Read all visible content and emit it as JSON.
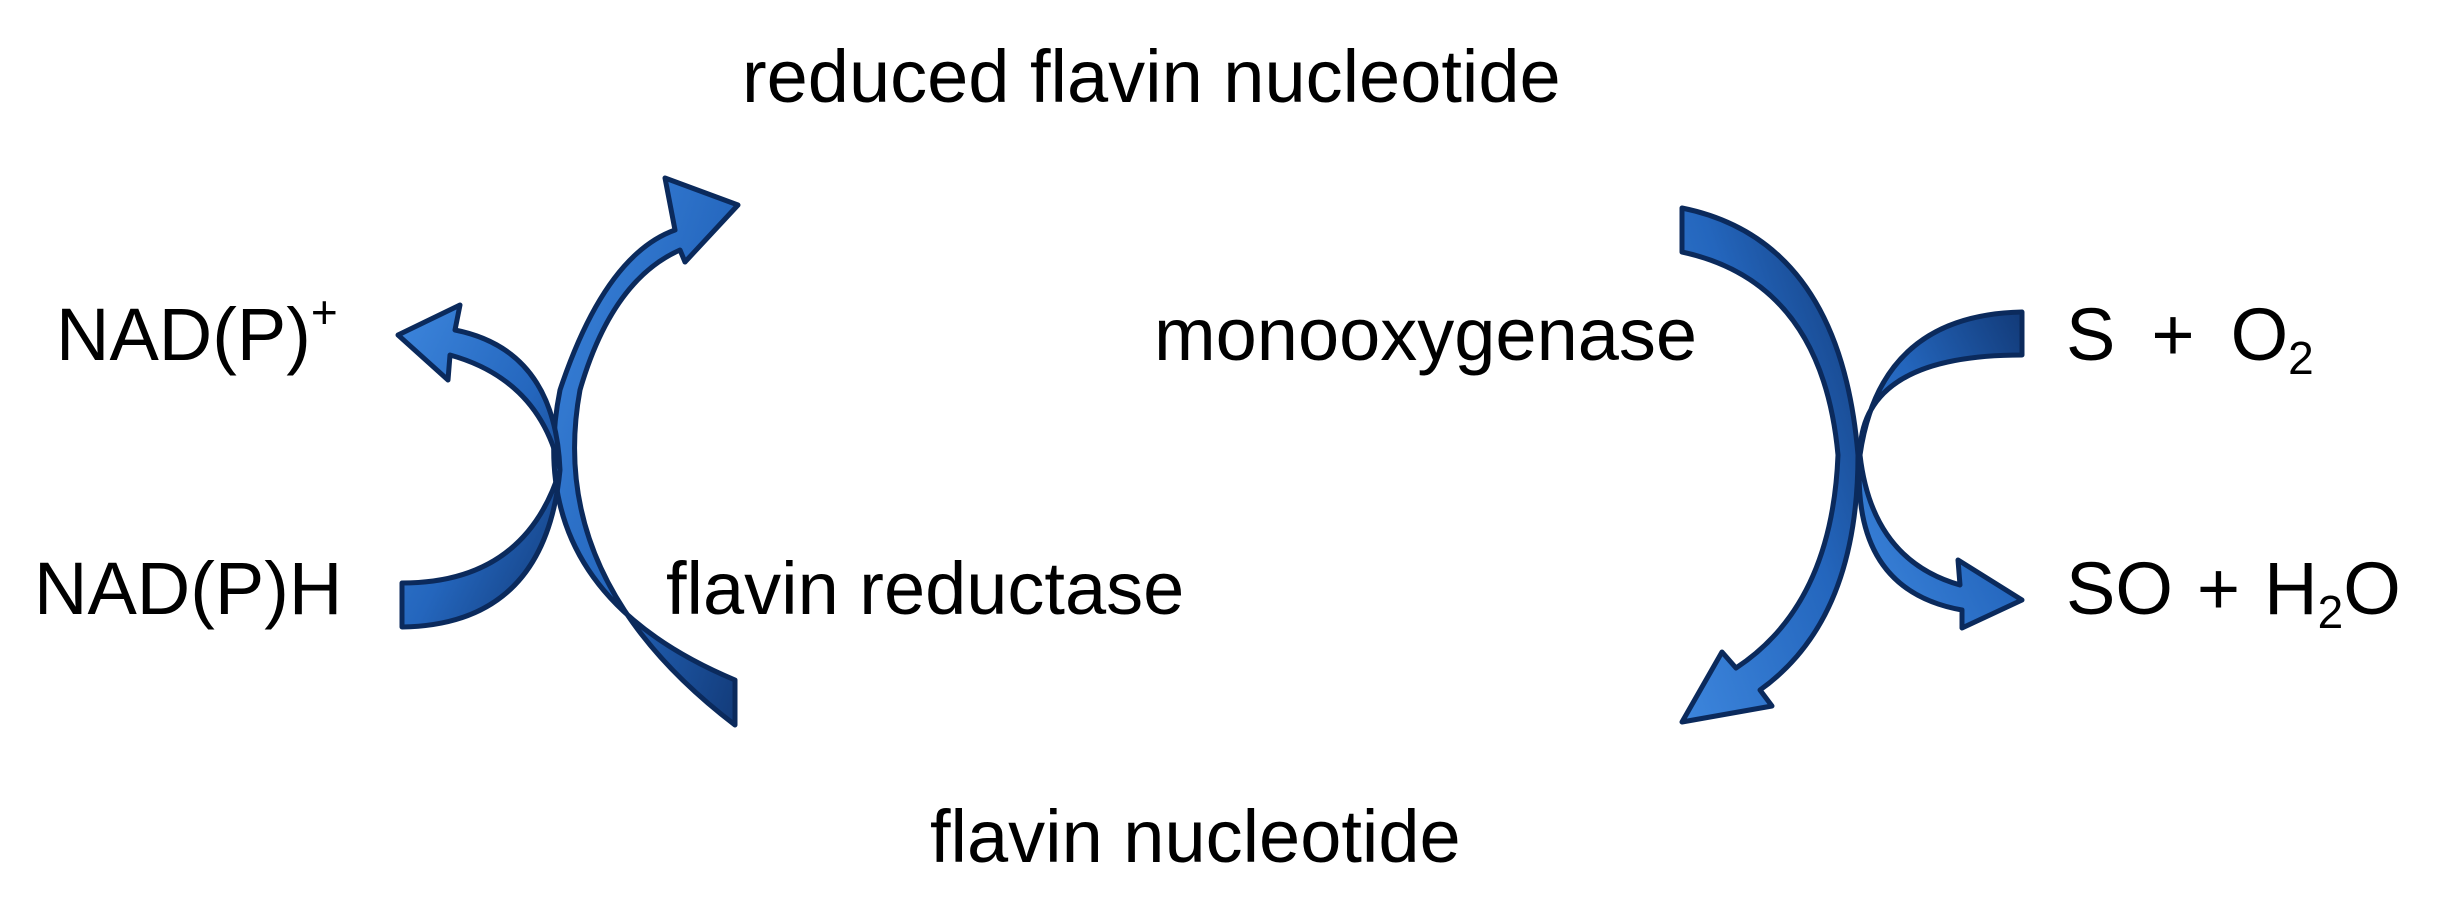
{
  "labels": {
    "reduced_flavin": "reduced flavin nucleotide",
    "flavin": "flavin nucleotide",
    "nadp_plus": "NAD(P)",
    "nadp_plus_sup": "+",
    "nadph": "NAD(P)H",
    "flavin_reductase": "flavin reductase",
    "monooxygenase": "monooxygenase",
    "s_substrate": "S",
    "plus1": "+",
    "o2_base": "O",
    "o2_sub": "2",
    "so_product": "SO",
    "plus2": "+",
    "h2o_h": "H",
    "h2o_sub": "2",
    "h2o_o": "O"
  },
  "colors": {
    "arrow_light": "#2f78d1",
    "arrow_dark": "#123a78",
    "arrow_outline": "#0b2a5c",
    "text": "#000000"
  }
}
